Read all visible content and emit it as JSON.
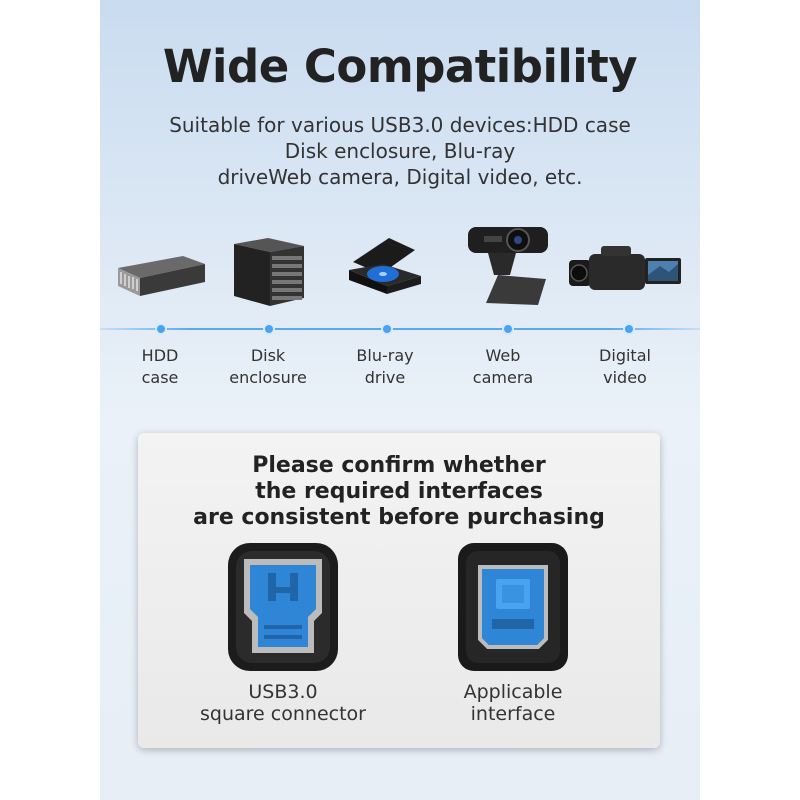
{
  "title": "Wide Compatibility",
  "subtitle": {
    "line1": "Suitable for various USB3.0 devices:HDD case",
    "line2": "Disk enclosure, Blu-ray",
    "line3": "driveWeb camera, Digital video, etc."
  },
  "devices": [
    {
      "icon": "hdd-case-icon",
      "line1": "HDD",
      "line2": "case"
    },
    {
      "icon": "disk-enclosure-icon",
      "line1": "Disk",
      "line2": "enclosure"
    },
    {
      "icon": "blu-ray-drive-icon",
      "line1": "Blu-ray",
      "line2": "drive"
    },
    {
      "icon": "web-camera-icon",
      "line1": "Web",
      "line2": "camera"
    },
    {
      "icon": "digital-video-icon",
      "line1": "Digital",
      "line2": "video"
    }
  ],
  "notice": {
    "line1": "Please confirm whether",
    "line2": "the required interfaces",
    "line3": "are consistent before purchasing"
  },
  "ports": [
    {
      "icon": "usb3-square-connector-icon",
      "line1": "USB3.0",
      "line2": "square connector"
    },
    {
      "icon": "applicable-interface-icon",
      "line1": "Applicable",
      "line2": "interface"
    }
  ],
  "colors": {
    "accent": "#4aa3f0",
    "usb_blue": "#2f86d6",
    "connector_body": "#1c1c1c"
  }
}
